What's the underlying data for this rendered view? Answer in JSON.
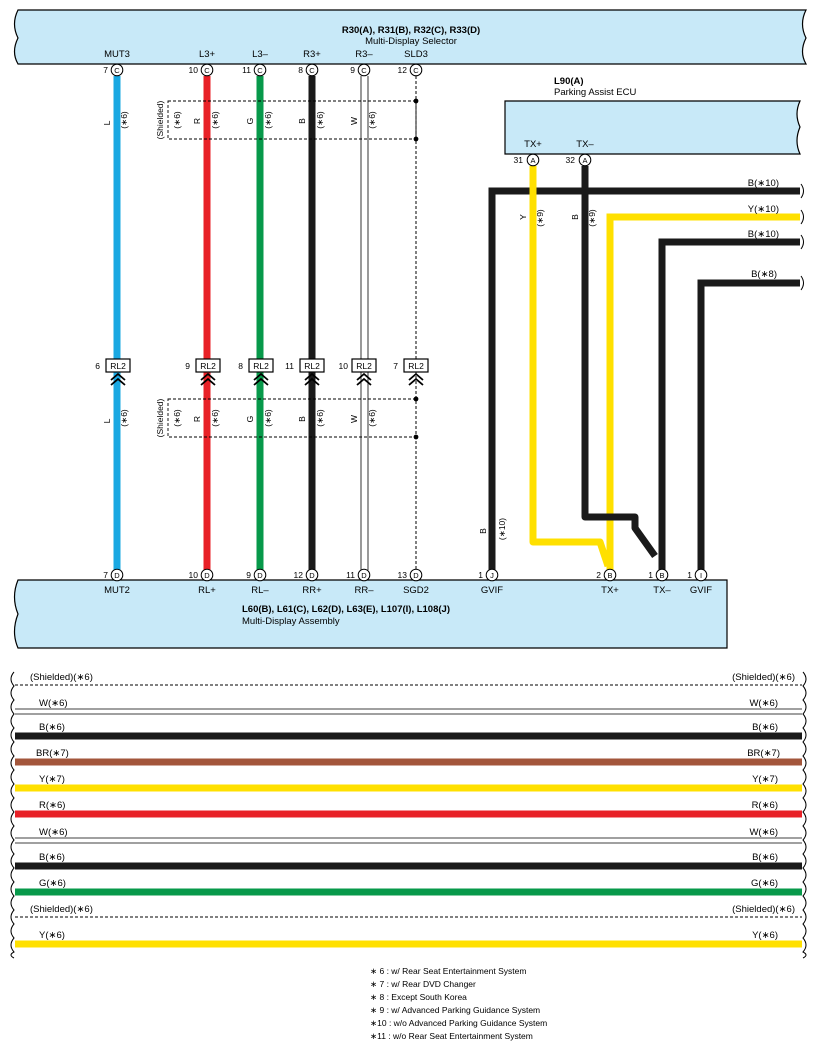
{
  "selector": {
    "title": "R30(A), R31(B), R32(C), R33(D)",
    "name": "Multi-Display Selector",
    "pins": [
      {
        "no": "7",
        "conn": "C",
        "label": "MUT3"
      },
      {
        "no": "10",
        "conn": "C",
        "label": "L3+"
      },
      {
        "no": "11",
        "conn": "C",
        "label": "L3–"
      },
      {
        "no": "8",
        "conn": "C",
        "label": "R3+"
      },
      {
        "no": "9",
        "conn": "C",
        "label": "R3–"
      },
      {
        "no": "12",
        "conn": "C",
        "label": "SLD3"
      }
    ]
  },
  "parking_ecu": {
    "title": "L90(A)",
    "name": "Parking Assist ECU",
    "pins": [
      {
        "no": "31",
        "conn": "A",
        "label": "TX+"
      },
      {
        "no": "32",
        "conn": "A",
        "label": "TX–"
      }
    ]
  },
  "display": {
    "title": "L60(B), L61(C), L62(D), L63(E), L107(I), L108(J)",
    "name": "Multi-Display Assembly",
    "pins": [
      {
        "no": "7",
        "conn": "D",
        "label": "MUT2"
      },
      {
        "no": "10",
        "conn": "D",
        "label": "RL+"
      },
      {
        "no": "9",
        "conn": "D",
        "label": "RL–"
      },
      {
        "no": "12",
        "conn": "D",
        "label": "RR+"
      },
      {
        "no": "11",
        "conn": "D",
        "label": "RR–"
      },
      {
        "no": "13",
        "conn": "D",
        "label": "SGD2"
      },
      {
        "no": "1",
        "conn": "J",
        "label": "GVIF"
      },
      {
        "no": "2",
        "conn": "B",
        "label": "TX+"
      },
      {
        "no": "1",
        "conn": "B",
        "label": "TX–"
      },
      {
        "no": "1",
        "conn": "I",
        "label": "GVIF"
      }
    ]
  },
  "junction": {
    "code": "RL2",
    "pins": [
      "6",
      "9",
      "8",
      "11",
      "10",
      "7"
    ]
  },
  "shielded_label": "(Shielded)",
  "wire_labels": {
    "L": "L",
    "R": "R",
    "G": "G",
    "B": "B",
    "W": "W",
    "Y": "Y",
    "c6": "(∗6)",
    "c9": "(∗9)",
    "c10": "(∗10)"
  },
  "right_wires": [
    {
      "label": "B(∗10)",
      "color": "#1a1a1a"
    },
    {
      "label": "Y(∗10)",
      "color": "#ffe000"
    },
    {
      "label": "B(∗10)",
      "color": "#1a1a1a"
    },
    {
      "label": "B(∗8)",
      "color": "#1a1a1a"
    }
  ],
  "colors": {
    "panel": "#c8e9f8",
    "blue": "#1aa8e2",
    "red": "#e82127",
    "green": "#07994a",
    "black": "#1a1a1a",
    "yellow": "#ffe000",
    "brown": "#a3563b",
    "white_wire": "#9a9a9a"
  },
  "bottom_wires": [
    {
      "label": "(Shielded)(∗6)",
      "type": "shielded"
    },
    {
      "label": "W(∗6)",
      "type": "white"
    },
    {
      "label": "B(∗6)",
      "type": "black"
    },
    {
      "label": "BR(∗7)",
      "type": "brown"
    },
    {
      "label": "Y(∗7)",
      "type": "yellow"
    },
    {
      "label": "R(∗6)",
      "type": "red"
    },
    {
      "label": "W(∗6)",
      "type": "white"
    },
    {
      "label": "B(∗6)",
      "type": "black"
    },
    {
      "label": "G(∗6)",
      "type": "green"
    },
    {
      "label": "(Shielded)(∗6)",
      "type": "shielded"
    },
    {
      "label": "Y(∗6)",
      "type": "yellow"
    }
  ],
  "notes": [
    "∗ 6 : w/ Rear Seat Entertainment System",
    "∗ 7 : w/ Rear DVD Changer",
    "∗ 8 : Except South Korea",
    "∗ 9 : w/ Advanced Parking Guidance System",
    "∗10 : w/o Advanced Parking Guidance System",
    "∗11 : w/o Rear Seat Entertainment System"
  ]
}
